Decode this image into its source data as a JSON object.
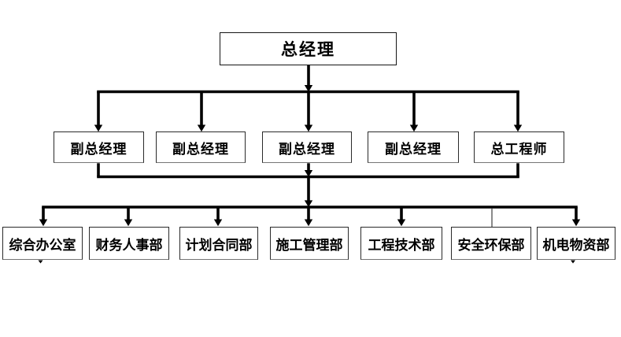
{
  "org_chart": {
    "root": {
      "label": "总经理"
    },
    "middle_row": [
      {
        "label": "副总经理"
      },
      {
        "label": "副总经理"
      },
      {
        "label": "副总经理"
      },
      {
        "label": "副总经理"
      },
      {
        "label": "总工程师"
      }
    ],
    "bottom_row": [
      {
        "label": "综合办公室"
      },
      {
        "label": "财务人事部"
      },
      {
        "label": "计划合同部"
      },
      {
        "label": "施工管理部"
      },
      {
        "label": "工程技术部"
      },
      {
        "label": "安全环保部"
      },
      {
        "label": "机电物资部"
      }
    ]
  },
  "colors": {
    "connector": "#000000",
    "box_border": "#2a2a2a",
    "text": "#000000",
    "background": "#ffffff"
  }
}
